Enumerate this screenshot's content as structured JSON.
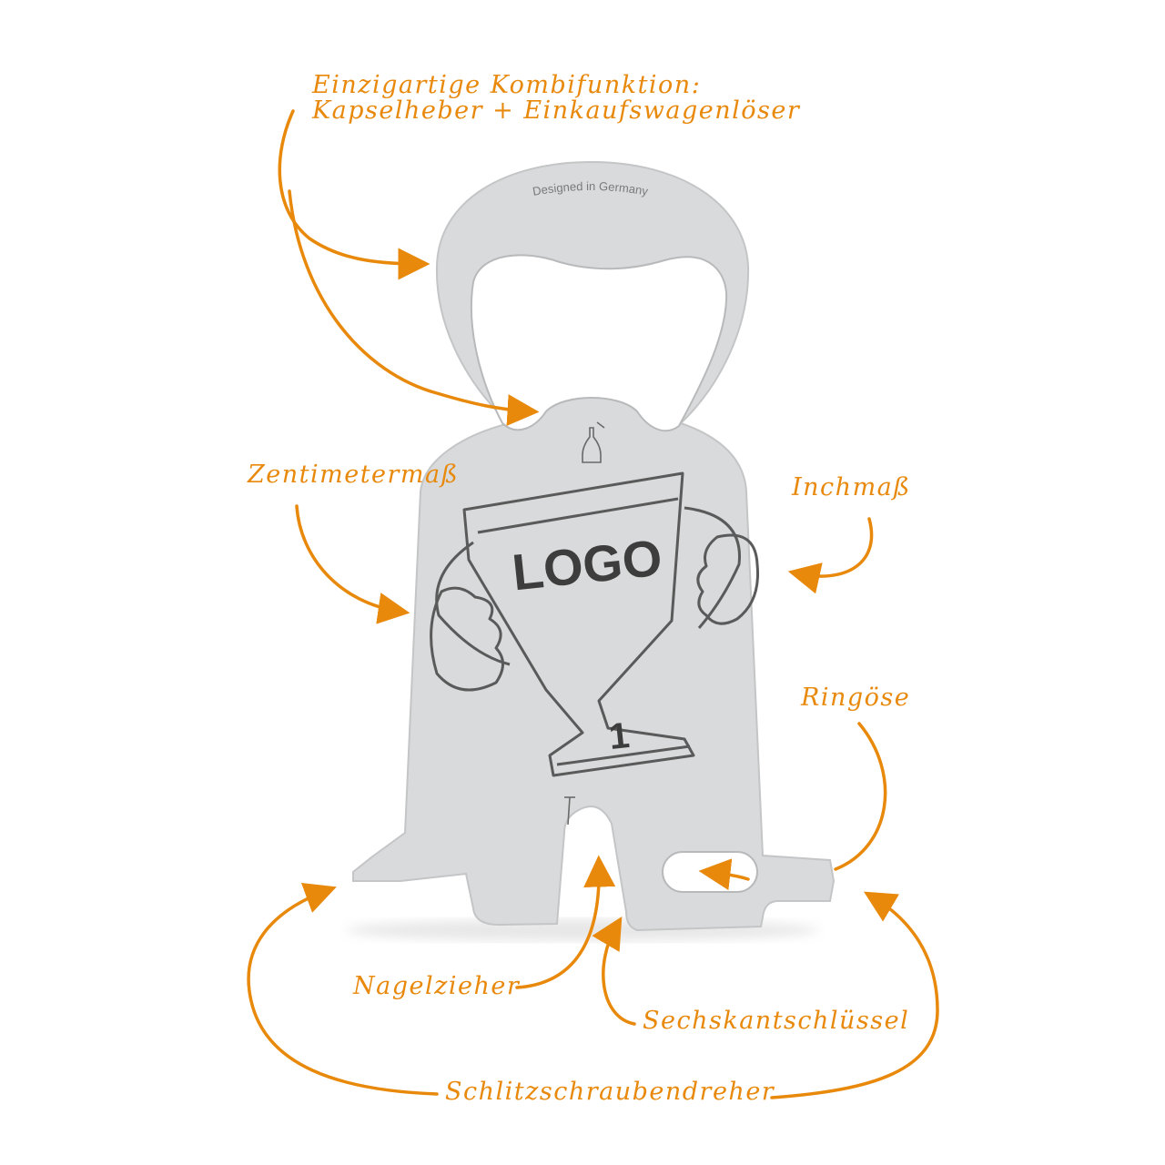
{
  "labels": {
    "combo_line1": "Einzigartige Kombifunktion:",
    "combo_line2": "Kapselheber + Einkaufswagenlöser",
    "centimeter": "Zentimetermaß",
    "inch": "Inchmaß",
    "ring": "Ringöse",
    "nail": "Nagelzieher",
    "hex": "Sechskantschlüssel",
    "slot": "Schlitzschraubendreher"
  },
  "tool": {
    "engraving": "Designed in Germany",
    "logo": "LOGO",
    "trophy_number": "1"
  },
  "colors": {
    "accent": "#e8890c",
    "metal": "#d9dadb",
    "metal_edge": "#c4c5c6",
    "line": "#5a5a5a"
  }
}
